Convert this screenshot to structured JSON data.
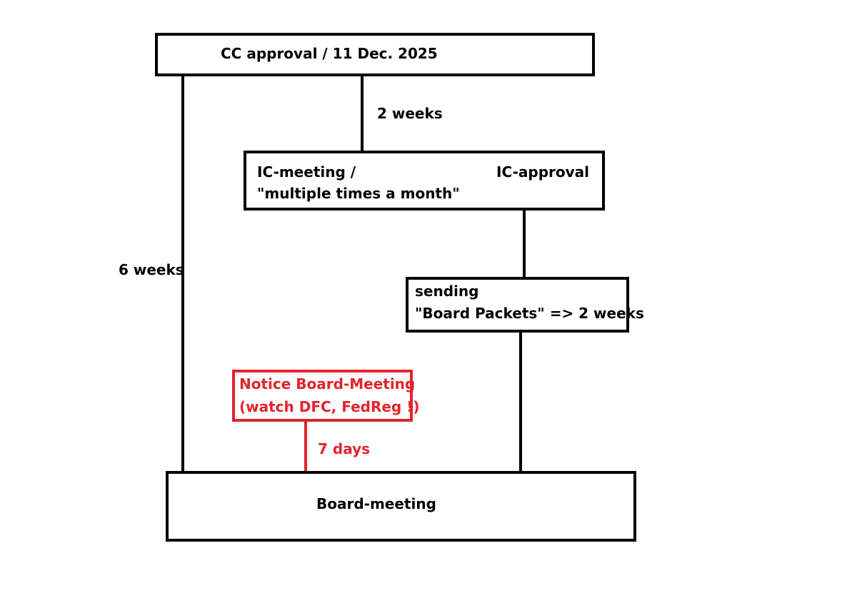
{
  "colors": {
    "stroke": "#000000",
    "highlight": "#e3232c",
    "background": "#ffffff"
  },
  "nodes": {
    "cc_approval": {
      "text": "CC approval / 11 Dec. 2025"
    },
    "ic_meeting": {
      "line1": "IC-meeting  /",
      "line2": "\"multiple times a month\"",
      "approval": "IC-approval"
    },
    "board_packets": {
      "line1": "sending",
      "line2": "\"Board Packets\" => 2 weeks"
    },
    "notice": {
      "line1": "Notice Board-Meeting",
      "line2": "(watch DFC, FedReg !)"
    },
    "board_meeting": {
      "text": "Board-meeting"
    }
  },
  "edges": {
    "cc_to_ic": {
      "label": "2 weeks"
    },
    "cc_to_board": {
      "label": "6 weeks"
    },
    "notice_to_board": {
      "label": "7 days"
    }
  }
}
